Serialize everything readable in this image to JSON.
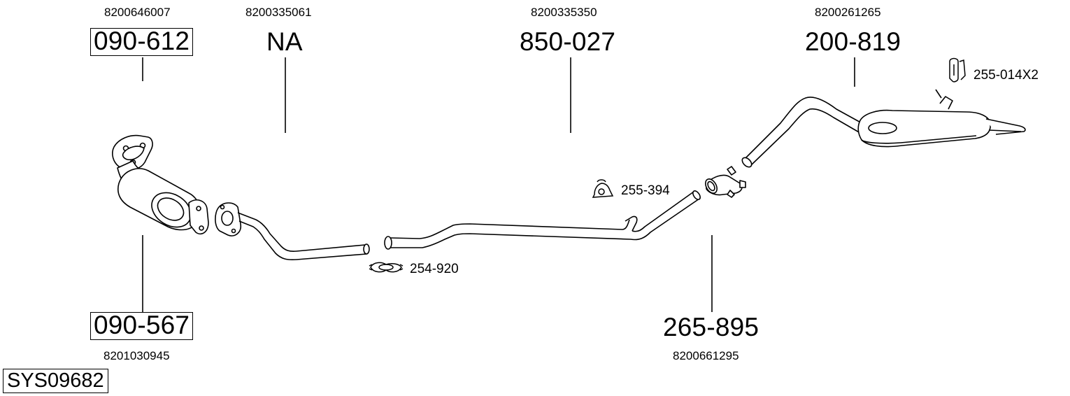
{
  "diagram": {
    "system_code": "SYS09682",
    "parts": [
      {
        "part_no": "090-612",
        "oem": "8200646007",
        "boxed": true
      },
      {
        "part_no": "NA",
        "oem": "8200335061",
        "boxed": false
      },
      {
        "part_no": "850-027",
        "oem": "8200335350",
        "boxed": false
      },
      {
        "part_no": "200-819",
        "oem": "8200261265",
        "boxed": false
      },
      {
        "part_no": "090-567",
        "oem": "8201030945",
        "boxed": true
      },
      {
        "part_no": "265-895",
        "oem": "8200661295",
        "boxed": false
      }
    ],
    "accessories": [
      {
        "label": "255-014X2",
        "icon": "rubber-hanger-icon"
      },
      {
        "label": "255-394",
        "icon": "rubber-mount-icon"
      },
      {
        "label": "254-920",
        "icon": "pipe-clamp-icon"
      }
    ]
  }
}
